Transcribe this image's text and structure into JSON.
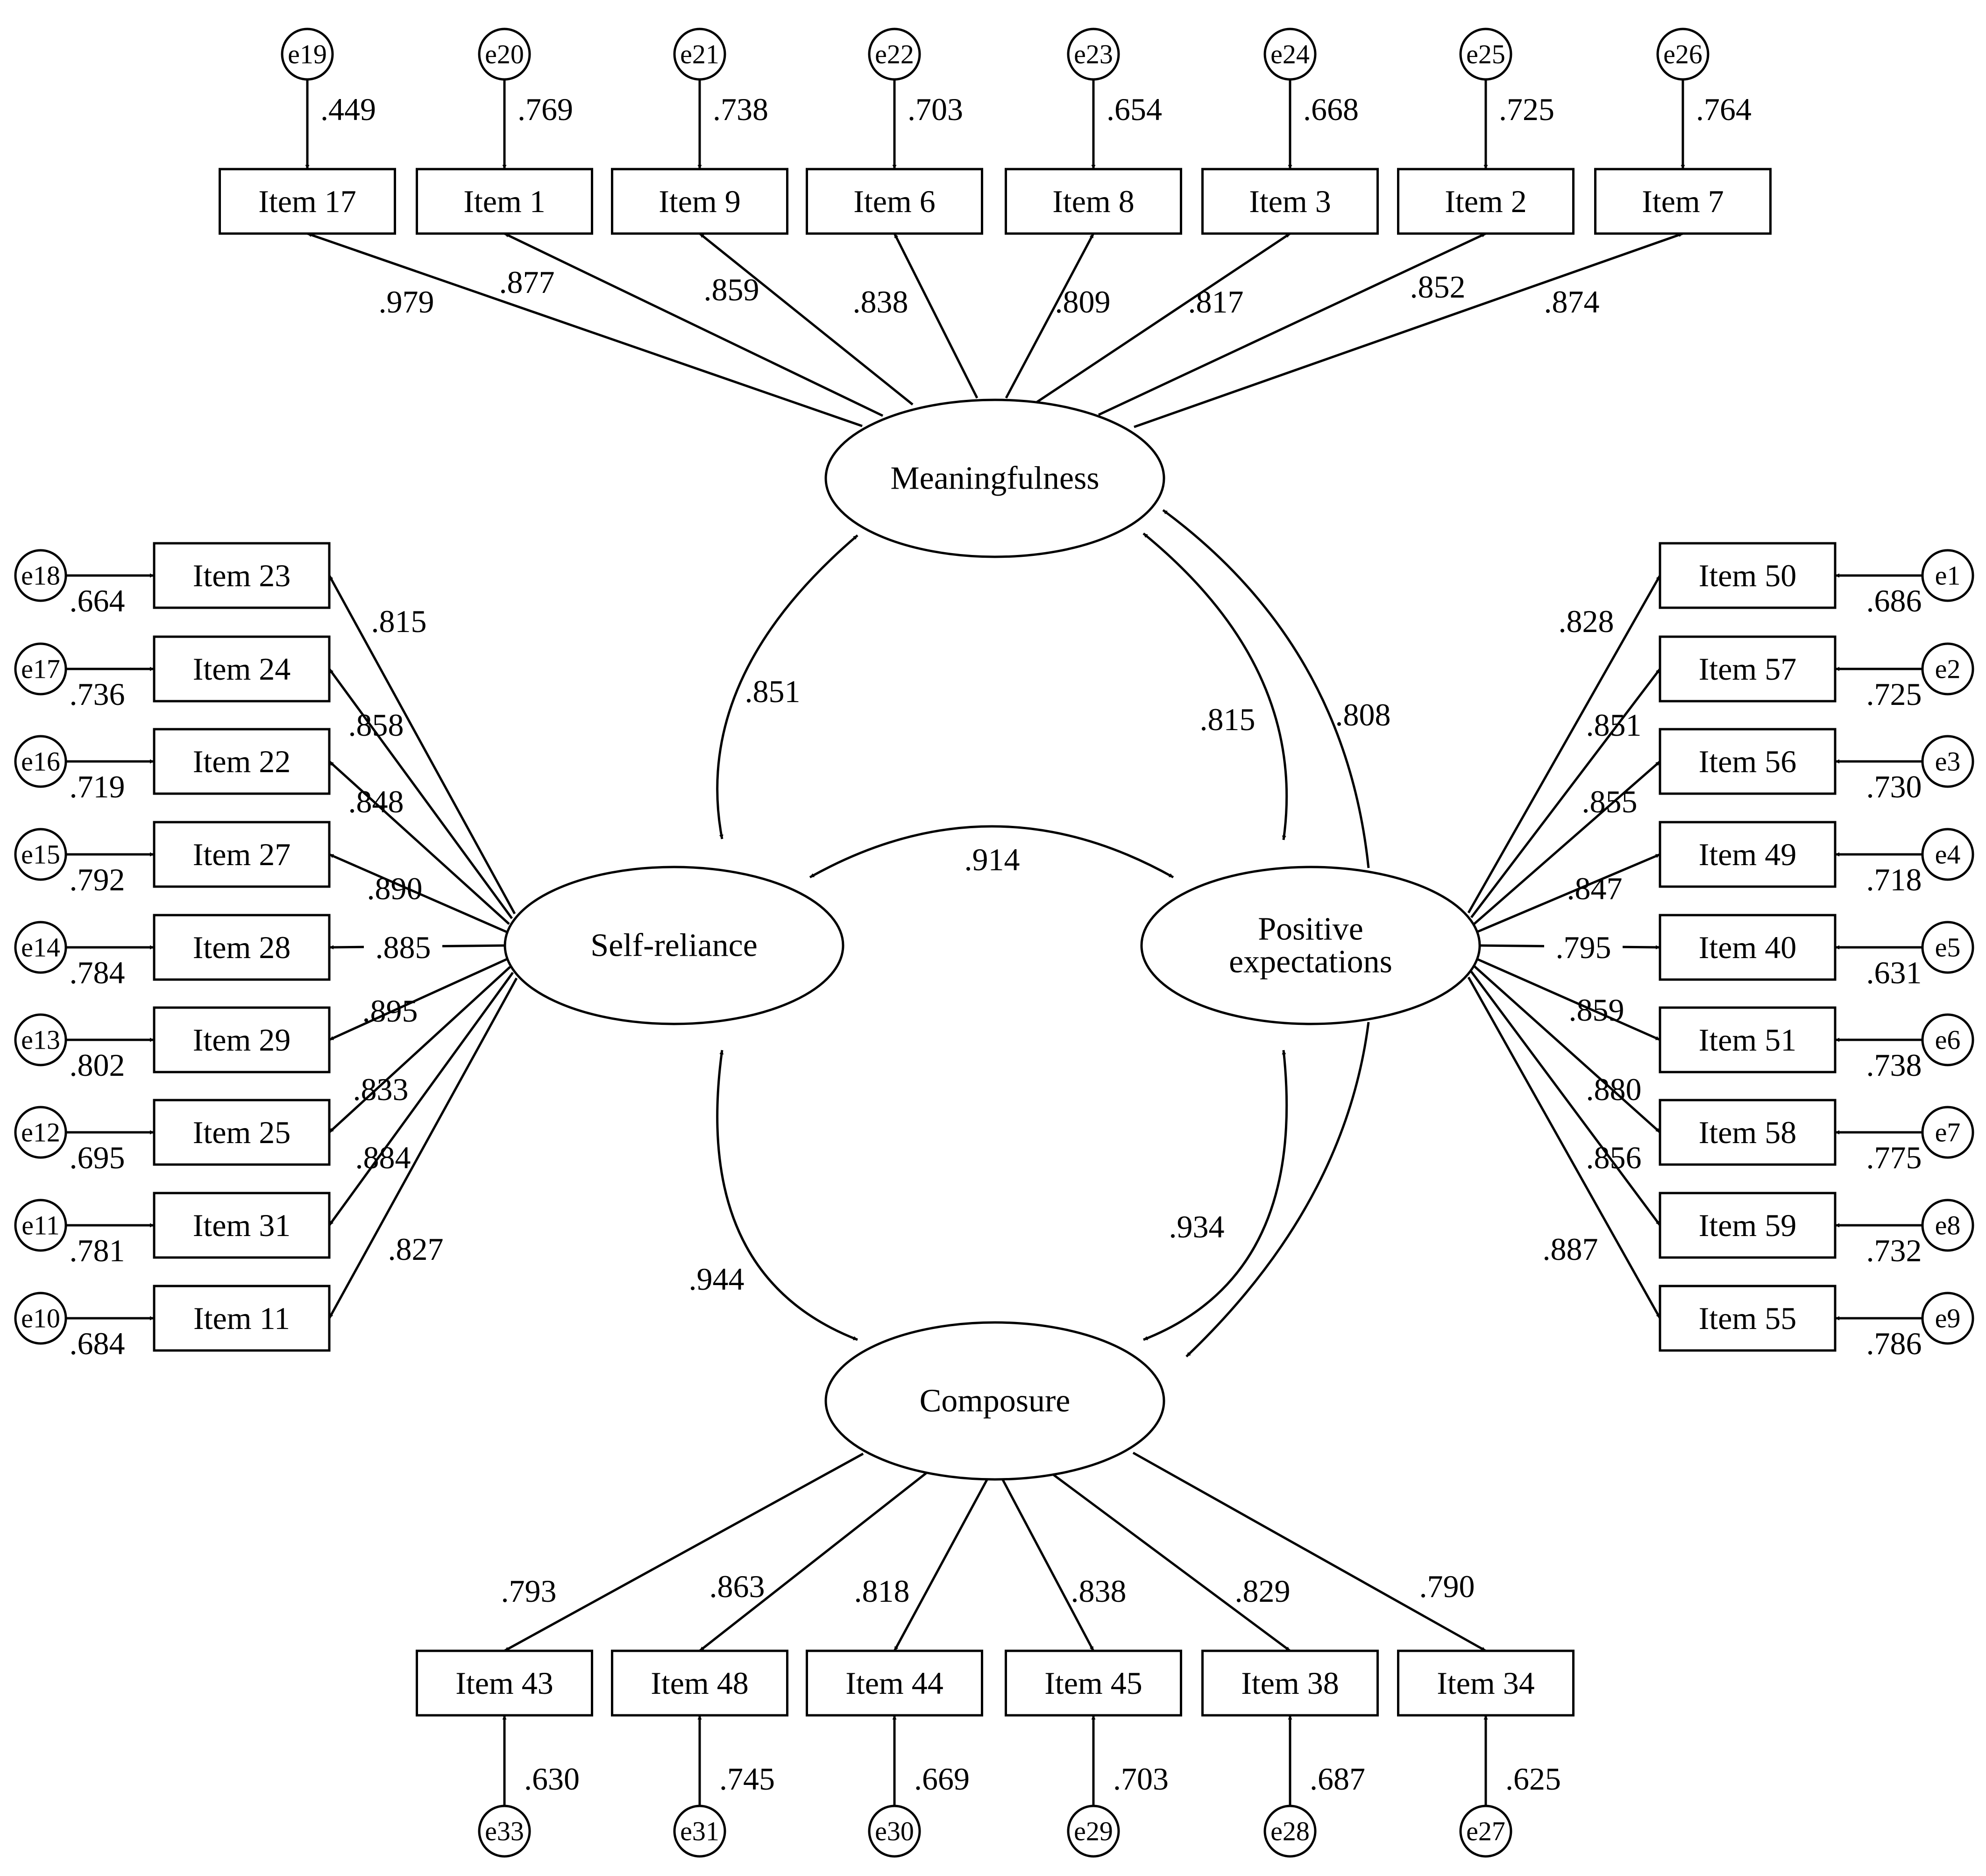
{
  "factors": [
    {
      "id": "mean",
      "label": [
        "Meaningfulness"
      ]
    },
    {
      "id": "self",
      "label": [
        "Self-reliance"
      ]
    },
    {
      "id": "pos",
      "label": [
        "Positive",
        "expectations"
      ]
    },
    {
      "id": "comp",
      "label": [
        "Composure"
      ]
    }
  ],
  "groups": {
    "top": {
      "factor": "mean",
      "items": [
        {
          "item": "Item 17",
          "error": "e19",
          "loading": ".979",
          "error_value": ".449"
        },
        {
          "item": "Item 1",
          "error": "e20",
          "loading": ".877",
          "error_value": ".769"
        },
        {
          "item": "Item 9",
          "error": "e21",
          "loading": ".859",
          "error_value": ".738"
        },
        {
          "item": "Item 6",
          "error": "e22",
          "loading": ".838",
          "error_value": ".703"
        },
        {
          "item": "Item 8",
          "error": "e23",
          "loading": ".809",
          "error_value": ".654"
        },
        {
          "item": "Item 3",
          "error": "e24",
          "loading": ".817",
          "error_value": ".668"
        },
        {
          "item": "Item 2",
          "error": "e25",
          "loading": ".852",
          "error_value": ".725"
        },
        {
          "item": "Item 7",
          "error": "e26",
          "loading": ".874",
          "error_value": ".764"
        }
      ]
    },
    "left": {
      "factor": "self",
      "items": [
        {
          "item": "Item 23",
          "error": "e18",
          "loading": ".815",
          "error_value": ".664"
        },
        {
          "item": "Item 24",
          "error": "e17",
          "loading": ".858",
          "error_value": ".736"
        },
        {
          "item": "Item 22",
          "error": "e16",
          "loading": ".848",
          "error_value": ".719"
        },
        {
          "item": "Item 27",
          "error": "e15",
          "loading": ".890",
          "error_value": ".792"
        },
        {
          "item": "Item 28",
          "error": "e14",
          "loading": ".885",
          "error_value": ".784"
        },
        {
          "item": "Item 29",
          "error": "e13",
          "loading": ".895",
          "error_value": ".802"
        },
        {
          "item": "Item 25",
          "error": "e12",
          "loading": ".833",
          "error_value": ".695"
        },
        {
          "item": "Item 31",
          "error": "e11",
          "loading": ".884",
          "error_value": ".781"
        },
        {
          "item": "Item 11",
          "error": "e10",
          "loading": ".827",
          "error_value": ".684"
        }
      ]
    },
    "right": {
      "factor": "pos",
      "items": [
        {
          "item": "Item 50",
          "error": "e1",
          "loading": ".828",
          "error_value": ".686"
        },
        {
          "item": "Item 57",
          "error": "e2",
          "loading": ".851",
          "error_value": ".725"
        },
        {
          "item": "Item 56",
          "error": "e3",
          "loading": ".855",
          "error_value": ".730"
        },
        {
          "item": "Item 49",
          "error": "e4",
          "loading": ".847",
          "error_value": ".718"
        },
        {
          "item": "Item 40",
          "error": "e5",
          "loading": ".795",
          "error_value": ".631"
        },
        {
          "item": "Item 51",
          "error": "e6",
          "loading": ".859",
          "error_value": ".738"
        },
        {
          "item": "Item 58",
          "error": "e7",
          "loading": ".880",
          "error_value": ".775"
        },
        {
          "item": "Item 59",
          "error": "e8",
          "loading": ".856",
          "error_value": ".732"
        },
        {
          "item": "Item 55",
          "error": "e9",
          "loading": ".887",
          "error_value": ".786"
        }
      ]
    },
    "bottom": {
      "factor": "comp",
      "items": [
        {
          "item": "Item 43",
          "error": "e33",
          "loading": ".793",
          "error_value": ".630"
        },
        {
          "item": "Item 48",
          "error": "e31",
          "loading": ".863",
          "error_value": ".745"
        },
        {
          "item": "Item 44",
          "error": "e30",
          "loading": ".818",
          "error_value": ".669"
        },
        {
          "item": "Item 45",
          "error": "e29",
          "loading": ".838",
          "error_value": ".703"
        },
        {
          "item": "Item 38",
          "error": "e28",
          "loading": ".829",
          "error_value": ".687"
        },
        {
          "item": "Item 34",
          "error": "e27",
          "loading": ".790",
          "error_value": ".625"
        }
      ]
    }
  },
  "correlations": [
    {
      "from": "mean",
      "to": "self",
      "value": ".851"
    },
    {
      "from": "mean",
      "to": "pos",
      "value": ".815"
    },
    {
      "from": "self",
      "to": "pos",
      "value": ".914"
    },
    {
      "from": "self",
      "to": "comp",
      "value": ".944"
    },
    {
      "from": "pos",
      "to": "comp",
      "value": ".934"
    },
    {
      "from": "mean",
      "to": "comp",
      "value": ".808"
    }
  ]
}
